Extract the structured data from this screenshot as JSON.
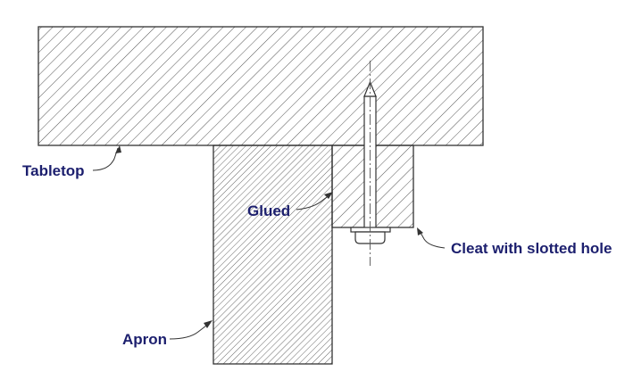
{
  "labels": {
    "tabletop": "Tabletop",
    "glued": "Glued",
    "cleat": "Cleat with slotted hole",
    "apron": "Apron"
  },
  "colors": {
    "outline": "#333333",
    "hatch": "#555555",
    "label_text": "#1c1f6e",
    "background": "#ffffff"
  }
}
